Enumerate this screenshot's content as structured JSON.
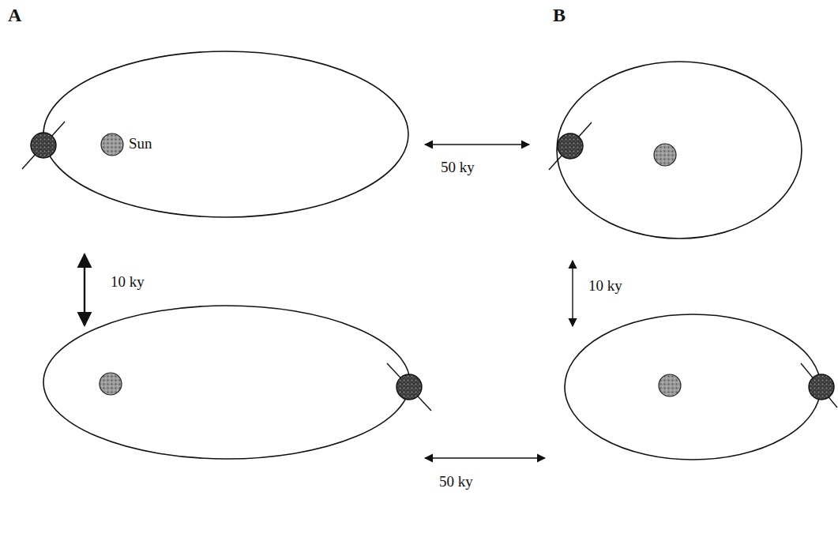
{
  "diagram": {
    "labels": [
      "A",
      "B",
      "Sun",
      "50 ky",
      "10 ky",
      "10 ky",
      "50 ky"
    ]
  }
}
